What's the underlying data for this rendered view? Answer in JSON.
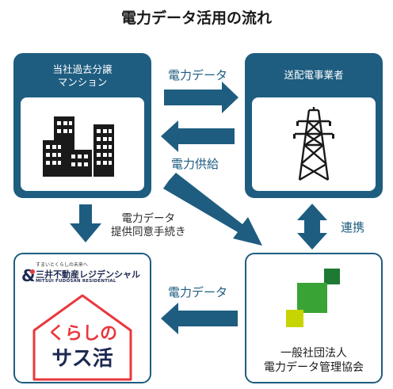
{
  "title": "電力データ活用の流れ",
  "nodes": {
    "developer": {
      "label_line1": "当社過去分譲",
      "label_line2": "マンション",
      "icon": "buildings-icon"
    },
    "utility": {
      "label": "送配電事業者",
      "icon": "transmission-tower-icon"
    },
    "brand": {
      "tagline": "すまいとくらしの未来へ",
      "company": "三井不動産レジデンシャル",
      "company_en": "MITSUI FUDOSAN RESIDENTIAL",
      "service_line1": "くらしの",
      "service_line2": "サス活"
    },
    "association": {
      "label_line1": "一般社団法人",
      "label_line2": "電力データ管理協会"
    }
  },
  "flows": {
    "to_utility": "電力データ",
    "from_utility": "電力供給",
    "consent_line1": "電力データ",
    "consent_line2": "提供同意手続き",
    "link": "連携",
    "to_brand": "電力データ"
  },
  "colors": {
    "box": "#1e5d80",
    "arrow": "#1e5d80",
    "brand_red": "#e8383d",
    "brand_navy": "#1e2a52",
    "green_dark": "#1e7a32",
    "green_mid": "#3aa335",
    "green_light": "#c8d400"
  }
}
